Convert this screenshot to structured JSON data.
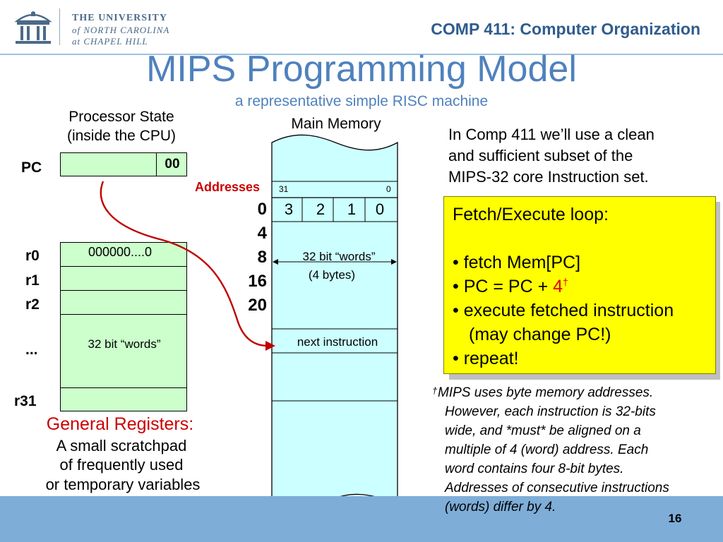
{
  "header": {
    "university_line1": "THE UNIVERSITY",
    "university_line2": "of NORTH CAROLINA",
    "university_line3": "at CHAPEL HILL",
    "course": "COMP 411: Computer Organization"
  },
  "title": "MIPS Programming Model",
  "subtitle": "a representative simple RISC machine",
  "processor": {
    "heading_line1": "Processor State",
    "heading_line2": "(inside the CPU)",
    "pc_label": "PC",
    "pc_low_bits": "00",
    "registers": [
      {
        "label": "r0",
        "value": "000000....0"
      },
      {
        "label": "r1",
        "value": ""
      },
      {
        "label": "r2",
        "value": ""
      },
      {
        "label": "...",
        "value": ""
      },
      {
        "label": "r31",
        "value": ""
      }
    ],
    "register_words_label": "32 bit “words”",
    "gr_title": "General Registers:",
    "gr_desc_line1": "A small scratchpad",
    "gr_desc_line2": "of frequently used",
    "gr_desc_line3": "or temporary variables"
  },
  "memory": {
    "title": "Main Memory",
    "addresses_label": "Addresses",
    "bit_high": "31",
    "bit_low": "0",
    "addresses": [
      "0",
      "4",
      "8",
      "16",
      "20"
    ],
    "bytes": [
      "3",
      "2",
      "1",
      "0"
    ],
    "words_label": "32 bit “words”",
    "bytes_label": "(4 bytes)",
    "next_instruction_label": "next instruction"
  },
  "intro": {
    "line1": "In Comp 411 we’ll use a clean",
    "line2": "and sufficient subset of the",
    "line3": "MIPS-32 core Instruction set."
  },
  "fetch_box": {
    "title": "Fetch/Execute loop:",
    "bullet1": "• fetch Mem[PC]",
    "bullet2_prefix": "• PC = PC + ",
    "bullet2_value": "4",
    "dagger": "†",
    "bullet3": "• execute fetched instruction",
    "bullet3_cont": "(may change PC!)",
    "bullet4": "• repeat!"
  },
  "footnote": {
    "dagger": "†",
    "line1": "MIPS uses byte memory addresses.",
    "line2": "However, each instruction is 32-bits",
    "line3": "wide, and *must* be aligned on a",
    "line4": "multiple of 4 (word) address. Each",
    "line5": "word contains four 8-bit bytes.",
    "line6": "Addresses of consecutive instructions",
    "line7": "(words) differ by 4."
  },
  "page_number": "16",
  "colors": {
    "title_blue": "#4f81bd",
    "register_green": "#ccffcc",
    "memory_cyan": "#ccffff",
    "fetch_yellow": "#ffff00",
    "highlight_red": "#cc0000",
    "footer_blue": "#7eadd8"
  }
}
